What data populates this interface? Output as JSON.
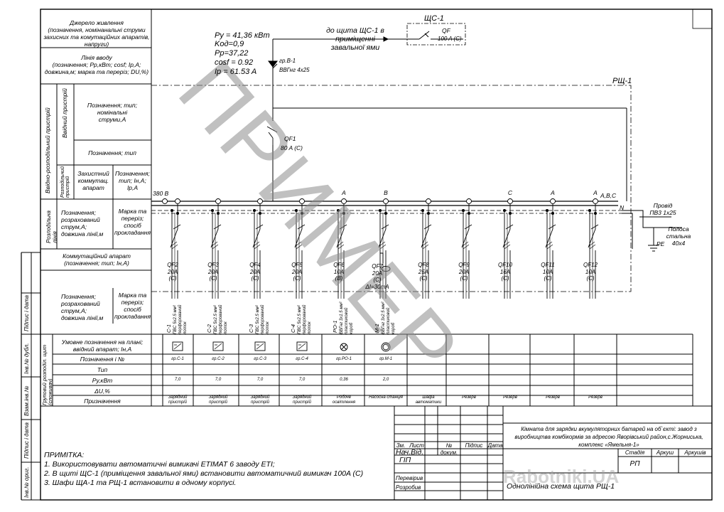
{
  "left_rows": {
    "source": "Джерело живлення\n(позначення, номінанальні струми\nзахисних та комутаційних апаратів,\nнапруги)",
    "input": "Лінія вводу\n(позначення; Pp,кВт; cosf; Ip,A;\nдовжина,м; марка та переріз; DU,%)",
    "intro_group": "Ввідно-розподільний пристрій",
    "intro_device": "Ввідний пристрій",
    "intro_device_text": "Позначення; тип;\nномінальні\nструми,А",
    "dist_device": "Розподільний пристрій",
    "dist_name": "Позначення; тип",
    "dist_switch": "Захистний\nкоммутац.\nапарат",
    "dist_type": "Позначення;\nтип; Ін,А;\nIр,А",
    "line_group": "Розподільна лінія",
    "line_text": "Позначення;\nрозрахований\nструм,А;\nдовжина лінії,м",
    "line_mark": "Марка та\nпереріз;\nспосіб\nпрокладання",
    "switch_row": "Коммутаційний апарат\n(позначення; тип; Ін,А)",
    "line2_text": "Позначення;\nрозрахований\nструм,А;\nдовжина лінії,м",
    "line2_mark": "Марка та\nпереріз;\nспосіб\nпрокладання"
  },
  "group_rows": {
    "group_label": "Груповий розподіл. щит (споживач)",
    "plan": "Умовне позначення на плані;\nввідний апарат;  Ін,А",
    "designation": "Позначення і №",
    "type": "Тип",
    "power": "Py,кВт",
    "du": "ΔU,%",
    "purpose": "Призначення"
  },
  "side_labels": [
    "Інв.№ ориг.",
    "Підпис і дата",
    "Взам.інв.№",
    "Інв.№ дубл.",
    "Підпис і дата"
  ],
  "calc": [
    "Pу = 41,36 кВт",
    "Kод=0,9",
    "Pp=37,22",
    "cosf = 0.92",
    "Ip = 61.53 A"
  ],
  "input_cable": {
    "group": "гр.В-1",
    "mark": "ВВГнг 4х25"
  },
  "to_panel": "до щита ЩС-1 в\nприміщенні\nзавальної ями",
  "panel_sc": {
    "name": "ЩС-1",
    "breaker": "QF",
    "rating": "100 A (C)"
  },
  "panel_rsch": "РЩ-1",
  "qf1": {
    "name": "QF1",
    "rating": "80 A (C)"
  },
  "bus": {
    "voltage": "380 B",
    "phases": "A,B,C",
    "neutral": "N"
  },
  "ground": {
    "wire": "Провід\nПВ3 1х25",
    "strip": "Полоса\nстальна\n40х4",
    "pe": "PE"
  },
  "feeders": [
    {
      "phase": "",
      "qf": "QF2\n20A\n(C)",
      "line": "C-1",
      "cable": "ПВС 5х2.5 мм²\nперфорований\nлоток",
      "plan": "socket",
      "desig": "гр.С-1",
      "power": "7,0",
      "purpose": "Зарядний\nпристрій"
    },
    {
      "phase": "",
      "qf": "QF3\n20A\n(C)",
      "line": "C-2",
      "cable": "ПВС 5х2.5 мм²\nперфорований\nлоток",
      "plan": "socket",
      "desig": "гр.С-2",
      "power": "7,0",
      "purpose": "Зарядний\nпристрій"
    },
    {
      "phase": "",
      "qf": "QF4\n20A\n(C)",
      "line": "C-3",
      "cable": "ПВС 5х2.5 мм²\nперфорований\nлоток",
      "plan": "socket",
      "desig": "гр.С-3",
      "power": "7,0",
      "purpose": "Зарядний\nпристрій"
    },
    {
      "phase": "",
      "qf": "QF5\n20A\n(C)",
      "line": "C-4",
      "cable": "ПВС 5х2.5 мм²\nперфорований\nлоток",
      "plan": "socket",
      "desig": "гр.С-4",
      "power": "7,0",
      "purpose": "Зарядний\nпристрій"
    },
    {
      "phase": "A",
      "qf": "QF6\n10A\n(B)",
      "line": "PO-1",
      "cable": "ВВГнг 3х1.5 мм²\nпластиковий\nкороб",
      "plan": "lamp",
      "desig": "гр.РО-1",
      "power": "0,36",
      "purpose": "Робоче\nосвітлення"
    },
    {
      "phase": "B",
      "qf": "QF7\n20A\n(C)\nΔI=30mA",
      "line": "M-1",
      "cable": "ВВГнг 3х2.5 мм²\nпластиковий\nкороб",
      "plan": "motor",
      "desig": "гр.М-1",
      "power": "2,0",
      "purpose": "Насосна станція"
    },
    {
      "phase": "",
      "qf": "QF8\n25A\n(C)",
      "line": "",
      "cable": "",
      "plan": "",
      "desig": "",
      "power": "",
      "purpose": "Шафа\nавтоматики"
    },
    {
      "phase": "",
      "qf": "QF9\n20A\n(C)",
      "line": "",
      "cable": "",
      "plan": "",
      "desig": "",
      "power": "",
      "purpose": "Резерв"
    },
    {
      "phase": "C",
      "qf": "QF10\n16A\n(C)",
      "line": "",
      "cable": "",
      "plan": "",
      "desig": "",
      "power": "",
      "purpose": "Резерв"
    },
    {
      "phase": "A",
      "qf": "QF11\n10A\n(C)",
      "line": "",
      "cable": "",
      "plan": "",
      "desig": "",
      "power": "",
      "purpose": "Резерв"
    },
    {
      "phase": "A",
      "qf": "QF12\n10A\n(C)",
      "line": "",
      "cable": "",
      "plan": "",
      "desig": "",
      "power": "",
      "purpose": "Резерв"
    }
  ],
  "notes": {
    "title": "ПРИМІТКА:",
    "lines": [
      "1. Використовувати автоматичні вимикачі ETIMAT 6 заводу ETI;",
      "2. В щиті ЩС-1 (приміщення завальної ями) встановити автоматичний вимикач 100A (C)",
      "3. Шафи ЩА-1 та РЩ-1 встановити в одному корпусі."
    ]
  },
  "title_block": {
    "project": "Кімната для зарядки вкумуляторних батарей на об`єкті: завод з\nвиробництва комбікормів за адресою Яворівський район,с.Жорниська,\nкомплекс «Ямельня-1»",
    "cols": [
      "Зм.",
      "Лист",
      "№ докум.",
      "Підпис",
      "Дата"
    ],
    "roles": [
      "Нач.Від.",
      "ГІП",
      "",
      "Перевірив",
      "Розробив"
    ],
    "stage_h": [
      "Стадія",
      "Аркуш",
      "Аркушів"
    ],
    "stage": "РП",
    "drawing": "Однолінійна схема щита РЩ-1"
  },
  "watermark": "ПРИМЕР",
  "logo": "Rabotniki.UA"
}
